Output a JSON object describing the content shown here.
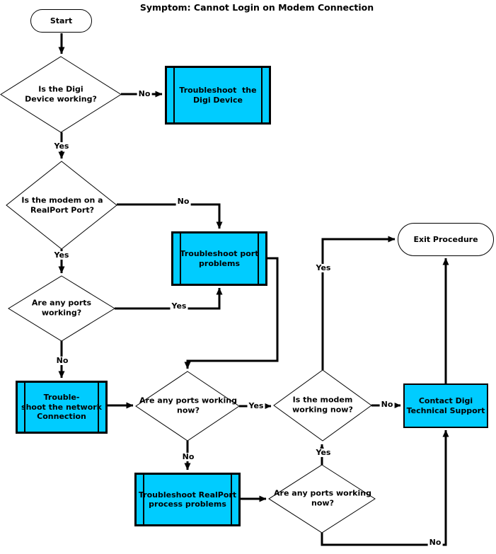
{
  "title": "Symptom: Cannot Login on Modem Connection",
  "colors": {
    "process_fill": "#00ccff",
    "line": "#000000",
    "canvas": "#ffffff"
  },
  "nodes": {
    "start": {
      "type": "terminator",
      "label": "Start"
    },
    "is_digi_working": {
      "type": "decision",
      "label": "Is the Digi\nDevice working?"
    },
    "troubleshoot_digi": {
      "type": "predefined_process",
      "label": "Troubleshoot  the\nDigi Device"
    },
    "is_modem_realport": {
      "type": "decision",
      "label": "Is the modem on a\nRealPort Port?"
    },
    "troubleshoot_port": {
      "type": "predefined_process",
      "label": "Troubleshoot port\nproblems"
    },
    "any_ports_working": {
      "type": "decision",
      "label": "Are any ports\nworking?"
    },
    "troubleshoot_network": {
      "type": "predefined_process",
      "label": "Trouble-\nshoot the network\nConnection"
    },
    "ports_working_now_mid": {
      "type": "decision",
      "label": "Are any ports working\nnow?"
    },
    "is_modem_working_now": {
      "type": "decision",
      "label": "Is the modem\nworking now?"
    },
    "contact_support": {
      "type": "process",
      "label": "Contact Digi\nTechnical Support"
    },
    "troubleshoot_realport": {
      "type": "predefined_process",
      "label": "Troubleshoot RealPort\nprocess problems"
    },
    "ports_working_now_bottom": {
      "type": "decision",
      "label": "Are any ports working\nnow?"
    },
    "exit": {
      "type": "terminator",
      "label": "Exit Procedure"
    }
  },
  "edges": [
    {
      "from": "start",
      "to": "is_digi_working",
      "label": ""
    },
    {
      "from": "is_digi_working",
      "to": "troubleshoot_digi",
      "label": "No"
    },
    {
      "from": "is_digi_working",
      "to": "is_modem_realport",
      "label": "Yes"
    },
    {
      "from": "is_modem_realport",
      "to": "troubleshoot_port",
      "label": "No"
    },
    {
      "from": "is_modem_realport",
      "to": "any_ports_working",
      "label": "Yes"
    },
    {
      "from": "any_ports_working",
      "to": "troubleshoot_port",
      "label": "Yes"
    },
    {
      "from": "any_ports_working",
      "to": "troubleshoot_network",
      "label": "No"
    },
    {
      "from": "troubleshoot_network",
      "to": "ports_working_now_mid",
      "label": ""
    },
    {
      "from": "ports_working_now_mid",
      "to": "is_modem_working_now",
      "label": "Yes"
    },
    {
      "from": "troubleshoot_port",
      "to": "ports_working_now_mid",
      "label": ""
    },
    {
      "from": "ports_working_now_mid",
      "to": "troubleshoot_realport",
      "label": "No"
    },
    {
      "from": "troubleshoot_realport",
      "to": "ports_working_now_bottom",
      "label": ""
    },
    {
      "from": "ports_working_now_bottom",
      "to": "is_modem_working_now",
      "label": "Yes"
    },
    {
      "from": "is_modem_working_now",
      "to": "exit",
      "label": "Yes"
    },
    {
      "from": "is_modem_working_now",
      "to": "contact_support",
      "label": "No"
    },
    {
      "from": "contact_support",
      "to": "exit",
      "label": ""
    },
    {
      "from": "ports_working_now_bottom",
      "to": "contact_support",
      "label": "No"
    }
  ]
}
